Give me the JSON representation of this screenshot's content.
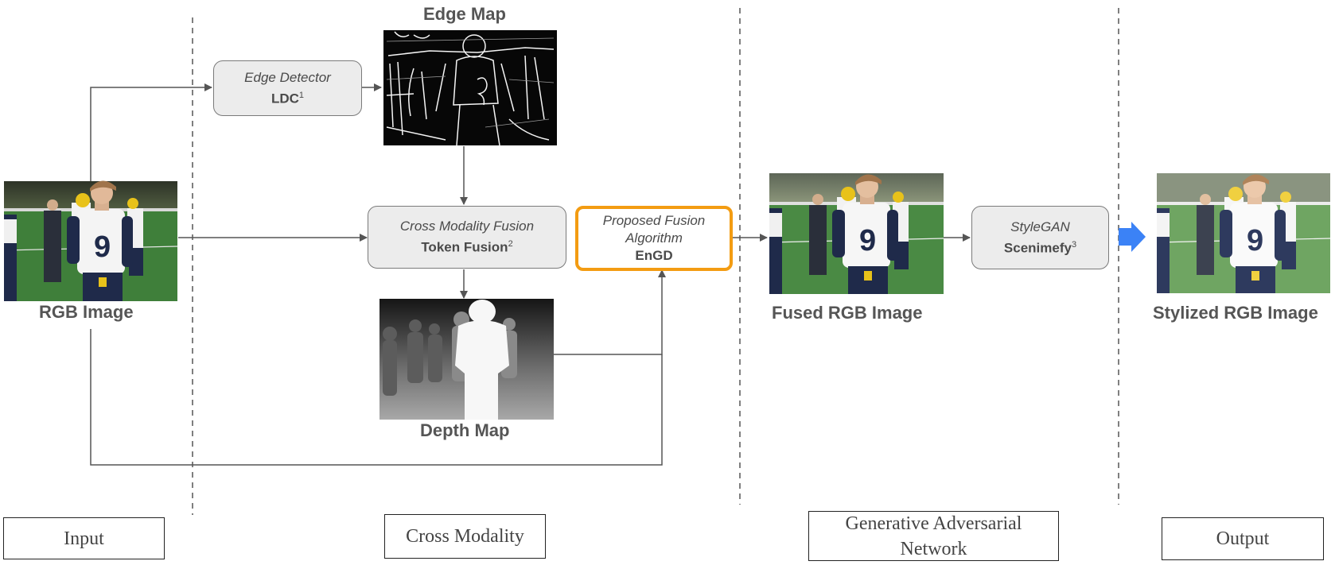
{
  "colors": {
    "arrow": "#555555",
    "divider": "#555555",
    "box_fill": "#ececec",
    "proposed_border": "#f39c12",
    "output_arrow": "#3b82f6",
    "field_green": "#3f7f3a",
    "jersey_blue": "#1f2a4a",
    "helmet_yellow": "#e8c21a"
  },
  "labels": {
    "edge_map": "Edge Map",
    "rgb_image": "RGB Image",
    "depth_map": "Depth Map",
    "fused_rgb": "Fused RGB Image",
    "stylized_rgb": "Stylized RGB Image"
  },
  "boxes": {
    "edge_detector": {
      "line1": "Edge Detector",
      "line2": "LDC",
      "sup": "1"
    },
    "cross_modality_fusion": {
      "line1": "Cross Modality Fusion",
      "line2": "Token Fusion",
      "sup": "2"
    },
    "proposed_fusion": {
      "line1": "Proposed Fusion",
      "line2": "Algorithm",
      "line3": "EnGD"
    },
    "stylegan": {
      "line1": "StyleGAN",
      "line2": "Scenimefy",
      "sup": "3"
    }
  },
  "stages": {
    "input": "Input",
    "cross_modality": "Cross Modality",
    "gan": "Generative Adversarial Network",
    "output": "Output"
  },
  "icons": {
    "rgb_photo": "football-player-photo",
    "edge_photo": "edge-map-photo",
    "depth_photo": "depth-map-photo",
    "fused_photo": "fused-football-player-photo",
    "stylized_photo": "stylized-football-player-photo",
    "output_arrow": "blue-arrow-icon"
  }
}
